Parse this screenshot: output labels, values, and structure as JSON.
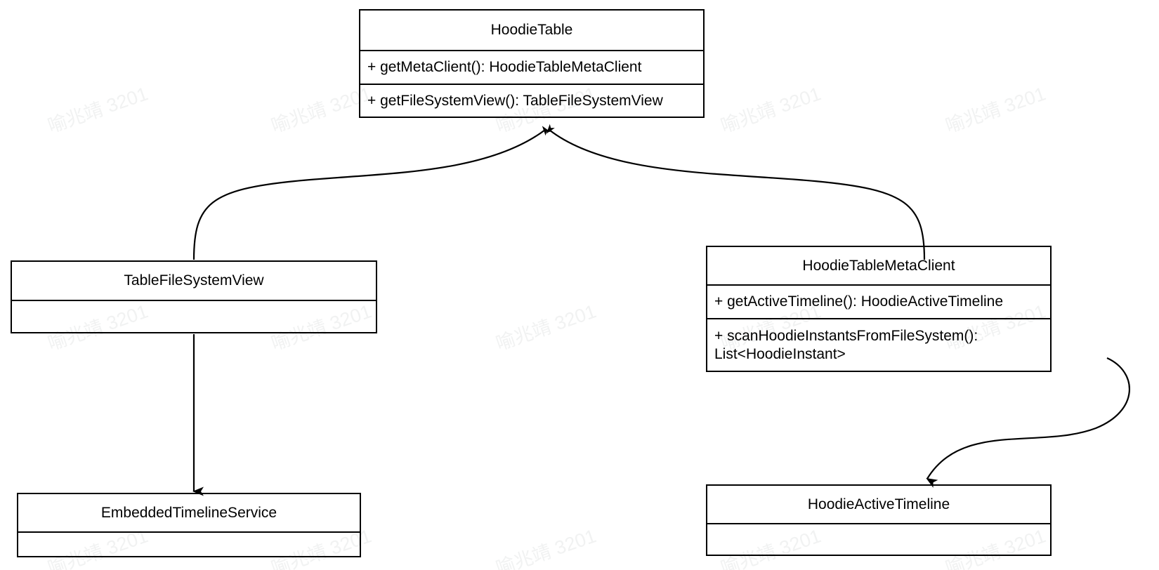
{
  "diagram": {
    "kind": "uml-class-diagram",
    "background_color": "#ffffff",
    "stroke_color": "#000000",
    "text_color": "#000000",
    "watermark": {
      "text": "喻兆靖 3201",
      "color": "#f1f2f2",
      "rotation_deg": -19
    },
    "classes": [
      {
        "id": "hoodie-table",
        "name": "HoodieTable",
        "members": [
          "+ getMetaClient(): HoodieTableMetaClient",
          "+ getFileSystemView(): TableFileSystemView"
        ]
      },
      {
        "id": "table-file-system-view",
        "name": "TableFileSystemView",
        "members": []
      },
      {
        "id": "hoodie-table-meta-client",
        "name": "HoodieTableMetaClient",
        "members": [
          "+ getActiveTimeline(): HoodieActiveTimeline",
          "+ scanHoodieInstantsFromFileSystem():\nList<HoodieInstant>"
        ]
      },
      {
        "id": "embedded-timeline-service",
        "name": "EmbeddedTimelineService",
        "members": []
      },
      {
        "id": "hoodie-active-timeline",
        "name": "HoodieActiveTimeline",
        "members": []
      }
    ],
    "edges": [
      {
        "id": "edge-tfsv-to-hoodietable",
        "from": "table-file-system-view",
        "to": "hoodie-table",
        "arrow": "open-arrow-at-target"
      },
      {
        "id": "edge-metaclient-to-hoodietable",
        "from": "hoodie-table-meta-client",
        "to": "hoodie-table",
        "arrow": "open-arrow-at-target"
      },
      {
        "id": "edge-tfsv-to-embedded",
        "from": "table-file-system-view",
        "to": "embedded-timeline-service",
        "arrow": "filled-arrow-at-target"
      },
      {
        "id": "edge-metaclient-to-activetimeline",
        "from": "hoodie-table-meta-client",
        "to": "hoodie-active-timeline",
        "arrow": "filled-arrow-at-target"
      }
    ]
  }
}
